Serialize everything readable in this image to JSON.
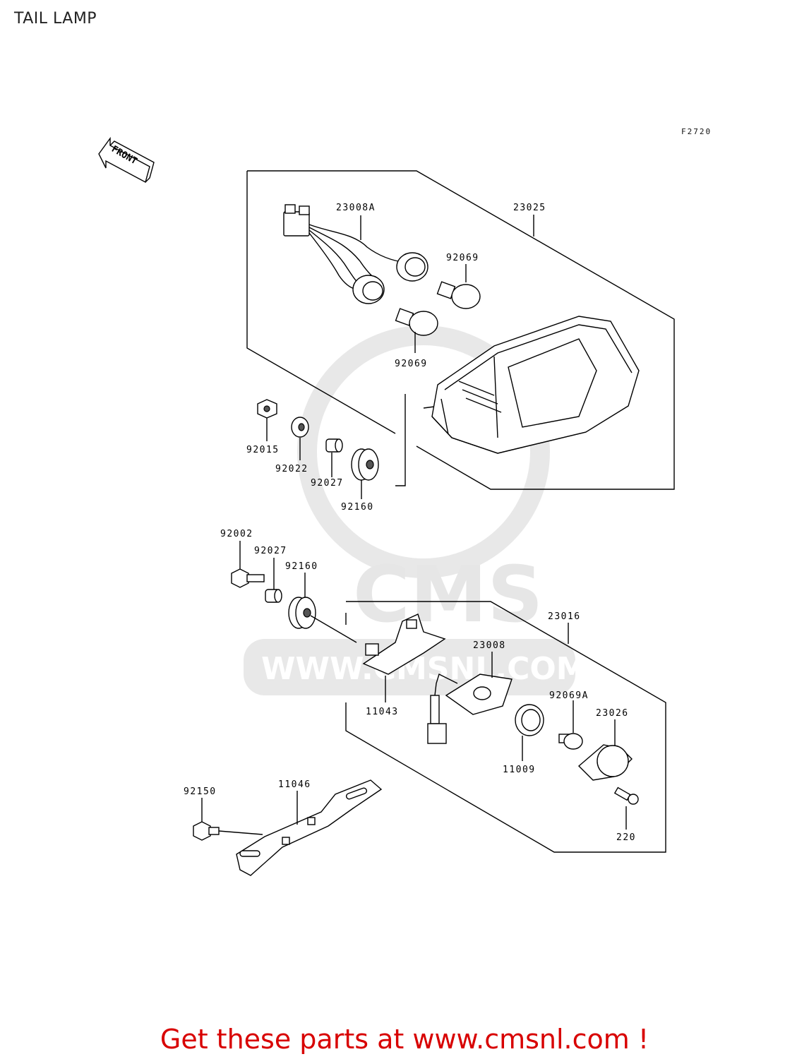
{
  "title": "TAIL LAMP",
  "figure_code": "F2720",
  "front_arrow_label": "FRONT",
  "watermark": {
    "brand": "CMS",
    "url": "WWW.CMSNL.COM"
  },
  "parts": {
    "p23008A": "23008A",
    "p23025": "23025",
    "p92069_top": "92069",
    "p92069_bottom": "92069",
    "p92015": "92015",
    "p92022": "92022",
    "p92027_a": "92027",
    "p92160_a": "92160",
    "p92002": "92002",
    "p92027_b": "92027",
    "p92160_b": "92160",
    "p23016": "23016",
    "p23008": "23008",
    "p11043": "11043",
    "p92069A": "92069A",
    "p23026": "23026",
    "p11009": "11009",
    "p220": "220",
    "p92150": "92150",
    "p11046": "11046"
  },
  "footer_link": "Get these parts at www.cmsnl.com !",
  "colors": {
    "footer": "#d80000",
    "line": "#000000",
    "watermark": "#e4e4e4"
  }
}
